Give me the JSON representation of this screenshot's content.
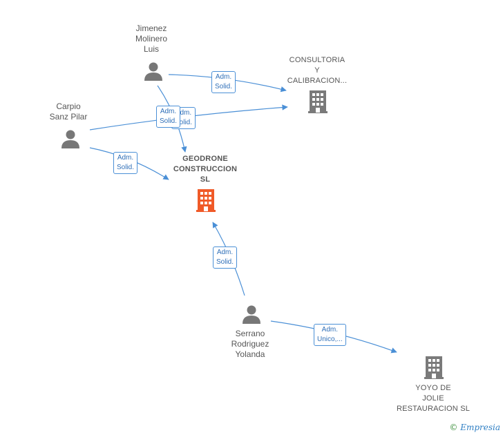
{
  "nodes": {
    "jimenez": {
      "label": "Jimenez\nMolinero\nLuis"
    },
    "carpio": {
      "label": "Carpio\nSanz Pilar"
    },
    "serrano": {
      "label": "Serrano\nRodriguez\nYolanda"
    },
    "geodrone": {
      "label": "GEODRONE\nCONSTRUCCION\nSL"
    },
    "consultoria": {
      "label": "CONSULTORIA\nY\nCALIBRACION..."
    },
    "yoyo": {
      "label": "YOYO DE\nJOLIE\nRESTAURACION SL"
    }
  },
  "edges": {
    "jimenez_consultoria": "Adm.\nSolid.",
    "carpio_consultoria": "Adm.\nSolid.",
    "jimenez_geodrone": "Adm.\nSolid.",
    "carpio_geodrone": "Adm.\nSolid.",
    "serrano_geodrone": "Adm.\nSolid.",
    "serrano_yoyo": "Adm.\nUnico,..."
  },
  "colors": {
    "edge": "#4a8fd6",
    "person": "#777777",
    "company": "#7a7a7a",
    "highlight_company": "#f05a28"
  },
  "brand": {
    "copyright": "©",
    "name": "Empresia"
  }
}
